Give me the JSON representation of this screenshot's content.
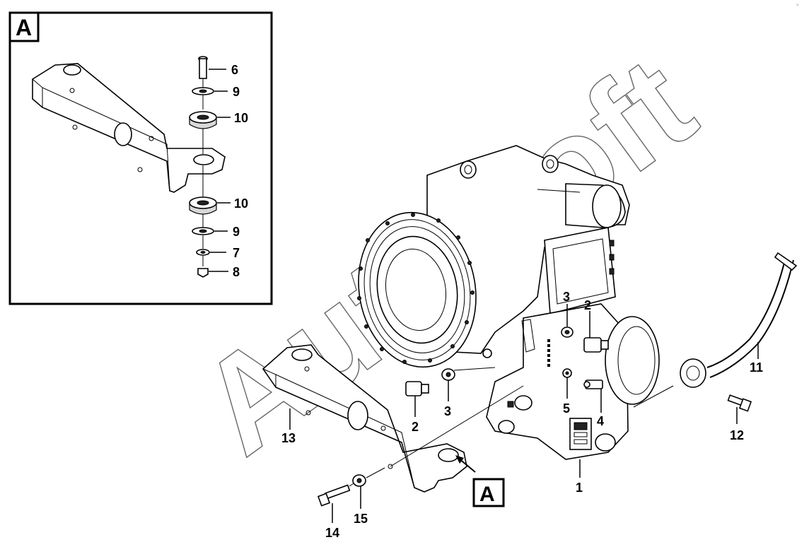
{
  "inset": {
    "letter": "A"
  },
  "callout": {
    "letter": "A"
  },
  "watermark": {
    "text": "AutoSoft"
  },
  "inset_labels": [
    "6",
    "9",
    "10",
    "10",
    "9",
    "7",
    "8"
  ],
  "main_labels": [
    "3",
    "2",
    "3",
    "2",
    "5",
    "4",
    "1",
    "11",
    "12",
    "13",
    "14",
    "15"
  ],
  "corner_mark": "°"
}
